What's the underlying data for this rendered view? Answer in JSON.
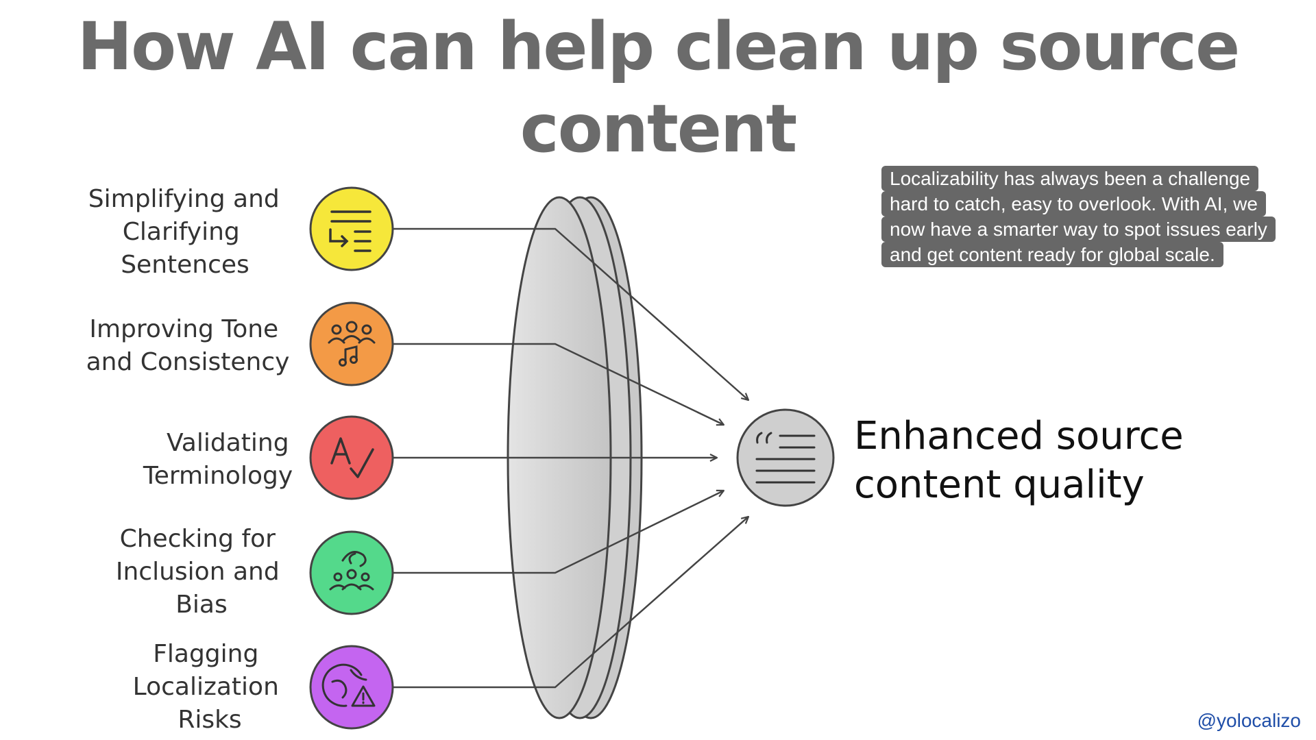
{
  "title": "How AI can help clean up source content",
  "inputs": [
    {
      "lines": [
        "Simplifying and",
        "Clarifying",
        "Sentences"
      ],
      "icon": "list-indent-icon",
      "color": "#f6e73a"
    },
    {
      "lines": [
        "Improving Tone",
        "and Consistency"
      ],
      "icon": "people-music-icon",
      "color": "#f39a46"
    },
    {
      "lines": [
        "Validating",
        "Terminology"
      ],
      "icon": "spell-check-icon",
      "color": "#ee6060"
    },
    {
      "lines": [
        "Checking for",
        "Inclusion and",
        "Bias"
      ],
      "icon": "inclusion-people-icon",
      "color": "#54d98b"
    },
    {
      "lines": [
        "Flagging",
        "Localization",
        "Risks"
      ],
      "icon": "globe-warning-icon",
      "color": "#c465f0"
    }
  ],
  "output": {
    "lines": [
      "Enhanced source",
      "content quality"
    ],
    "icon": "quote-document-icon",
    "color": "#cfcfcf"
  },
  "note": {
    "lines": [
      "Localizability has always been a challenge",
      "hard to catch, easy to overlook. With AI, we",
      "now have a smarter way to spot issues early",
      "and get content ready for global scale."
    ]
  },
  "handle": "@yolocalizo",
  "colors": {
    "title": "#6b6b6b",
    "lens": "#d6d6d6",
    "stroke": "#444444",
    "note_bg": "#676767",
    "handle": "#1f4ea8"
  }
}
